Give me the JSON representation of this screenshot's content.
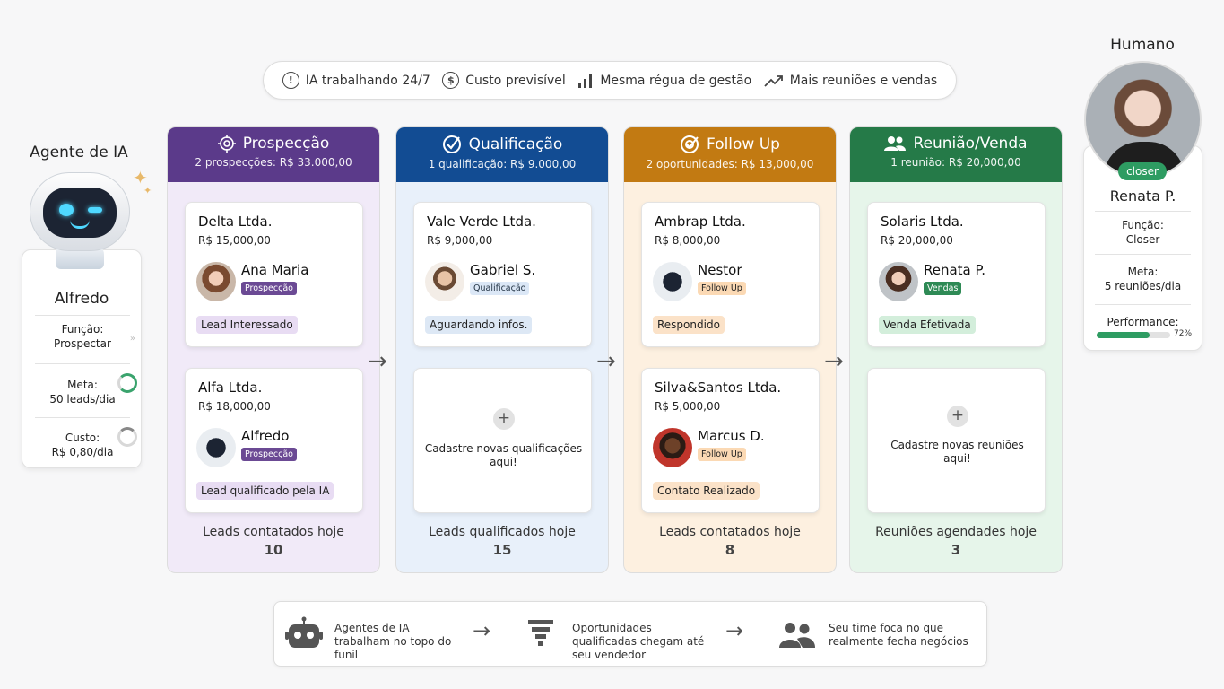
{
  "top_features": [
    {
      "icon": "clock-icon",
      "label": "IA trabalhando 24/7"
    },
    {
      "icon": "dollar-icon",
      "label": "Custo previsível"
    },
    {
      "icon": "bar-chart-icon",
      "label": "Mesma régua de gestão"
    },
    {
      "icon": "trend-up-icon",
      "label": "Mais reuniões e vendas"
    }
  ],
  "agent": {
    "title": "Agente de IA",
    "name": "Alfredo",
    "funcao_label": "Função:",
    "funcao_value": "Prospectar",
    "meta_label": "Meta:",
    "meta_value": "50 leads/dia",
    "custo_label": "Custo:",
    "custo_value": "R$ 0,80/dia"
  },
  "columns": [
    {
      "title": "Prospecção",
      "subtitle": "2 prospecções: R$ 33.000,00",
      "color": "#5b3a8a",
      "bg": "#f1eaf8",
      "cards": [
        {
          "company": "Delta Ltda.",
          "value": "R$ 15,000,00",
          "person": "Ana Maria",
          "role": "Prospecção",
          "status": "Lead Interessado"
        },
        {
          "company": "Alfa Ltda.",
          "value": "R$ 18,000,00",
          "person": "Alfredo",
          "role": "Prospecção",
          "status": "Lead qualificado pela IA"
        }
      ],
      "footer_label": "Leads contatados hoje",
      "footer_value": "10"
    },
    {
      "title": "Qualificação",
      "subtitle": "1 qualificação: R$ 9.000,00",
      "color": "#124c93",
      "bg": "#e8f0fa",
      "cards": [
        {
          "company": "Vale Verde Ltda.",
          "value": "R$ 9,000,00",
          "person": "Gabriel S.",
          "role": "Qualificação",
          "status": "Aguardando infos."
        }
      ],
      "add_text": "Cadastre novas qualificações aqui!",
      "footer_label": "Leads qualificados hoje",
      "footer_value": "15"
    },
    {
      "title": "Follow Up",
      "subtitle": "2 oportunidades: R$ 13,000,00",
      "color": "#c27a12",
      "bg": "#fdf0e0",
      "cards": [
        {
          "company": "Ambrap Ltda.",
          "value": "R$ 8,000,00",
          "person": "Nestor",
          "role": "Follow Up",
          "status": "Respondido"
        },
        {
          "company": "Silva&Santos Ltda.",
          "value": "R$ 5,000,00",
          "person": "Marcus D.",
          "role": "Follow Up",
          "status": "Contato Realizado"
        }
      ],
      "footer_label": "Leads contatados hoje",
      "footer_value": "8"
    },
    {
      "title": "Reunião/Venda",
      "subtitle": "1 reunião: R$ 20,000,00",
      "color": "#257a48",
      "bg": "#e6f5ea",
      "cards": [
        {
          "company": "Solaris Ltda.",
          "value": "R$ 20,000,00",
          "person": "Renata P.",
          "role": "Vendas",
          "status": "Venda Efetivada"
        }
      ],
      "add_text": "Cadastre novas reuniões aqui!",
      "footer_label": "Reuniões agendades hoje",
      "footer_value": "3"
    }
  ],
  "human": {
    "title": "Humano",
    "badge": "closer",
    "name": "Renata P.",
    "funcao_label": "Função:",
    "funcao_value": "Closer",
    "meta_label": "Meta:",
    "meta_value": "5 reuniões/dia",
    "performance_label": "Performance:",
    "performance_value": "72%",
    "performance_fraction": 0.72
  },
  "bottom": [
    {
      "icon": "robot-icon",
      "text": "Agentes de IA trabalham no topo do funil"
    },
    {
      "icon": "funnel-icon",
      "text": "Oportunidades qualificadas chegam até seu vendedor"
    },
    {
      "icon": "team-icon",
      "text": "Seu time foca no que realmente fecha negócios"
    }
  ]
}
